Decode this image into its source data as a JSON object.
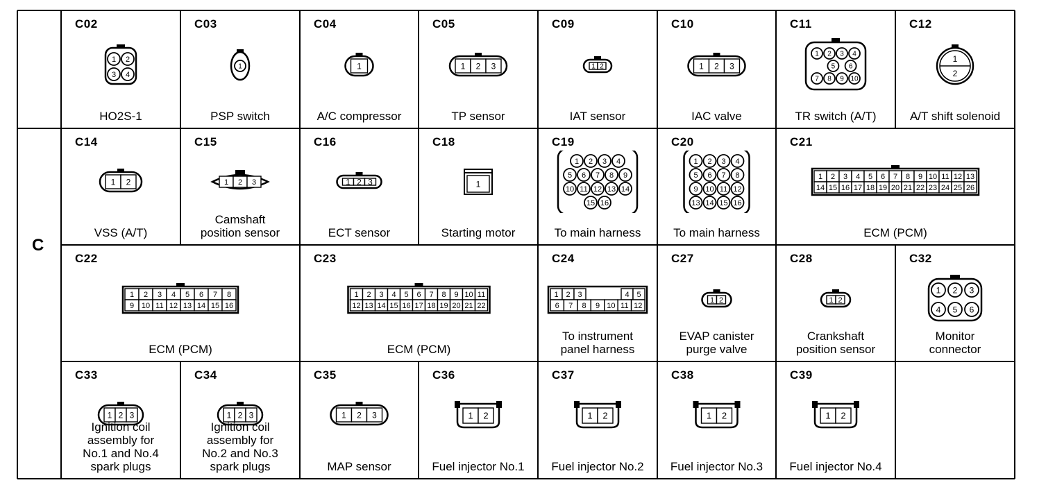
{
  "section_letter": "C",
  "rows": [
    [
      {
        "code": "C02",
        "label": "HO2S-1",
        "pins": [
          "1",
          "2",
          "3",
          "4"
        ],
        "kind": "square4"
      },
      {
        "code": "C03",
        "label": "PSP switch",
        "pins": [
          "1"
        ],
        "kind": "oval1"
      },
      {
        "code": "C04",
        "label": "A/C compressor",
        "pins": [
          "1"
        ],
        "kind": "rect"
      },
      {
        "code": "C05",
        "label": "TP sensor",
        "pins": [
          "1",
          "2",
          "3"
        ],
        "kind": "rect"
      },
      {
        "code": "C09",
        "label": "IAT sensor",
        "pins": [
          "1",
          "2"
        ],
        "kind": "rect"
      },
      {
        "code": "C10",
        "label": "IAC valve",
        "pins": [
          "1",
          "2",
          "3"
        ],
        "kind": "rect"
      },
      {
        "code": "C11",
        "label": "TR switch (A/T)",
        "pins": [
          "1",
          "2",
          "3",
          "4",
          "5",
          "6",
          "7",
          "8",
          "9",
          "10"
        ],
        "kind": "grid"
      },
      {
        "code": "C12",
        "label": "A/T shift solenoid",
        "pins": [
          "1",
          "2"
        ],
        "kind": "round2"
      }
    ],
    [
      {
        "code": "C14",
        "label": "VSS (A/T)",
        "pins": [
          "1",
          "2"
        ],
        "kind": "rect"
      },
      {
        "code": "C15",
        "label": "Camshaft\nposition sensor",
        "pins": [
          "1",
          "2",
          "3"
        ],
        "kind": "lens"
      },
      {
        "code": "C16",
        "label": "ECT sensor",
        "pins": [
          "1",
          "2",
          "3"
        ],
        "kind": "rect"
      },
      {
        "code": "C18",
        "label": "Starting motor",
        "pins": [
          "1"
        ],
        "kind": "box1"
      },
      {
        "code": "C19",
        "label": "To main harness",
        "pins": [
          "1",
          "2",
          "3",
          "4",
          "5",
          "6",
          "7",
          "8",
          "9",
          "10",
          "11",
          "12",
          "13",
          "14",
          "15",
          "16"
        ],
        "kind": "grid"
      },
      {
        "code": "C20",
        "label": "To main harness",
        "pins": [
          "1",
          "2",
          "3",
          "4",
          "5",
          "6",
          "7",
          "8",
          "9",
          "10",
          "11",
          "12",
          "13",
          "14",
          "15",
          "16"
        ],
        "kind": "grid"
      },
      {
        "code": "C21",
        "label": "ECM (PCM)",
        "pins": [
          "1",
          "2",
          "3",
          "4",
          "5",
          "6",
          "7",
          "8",
          "9",
          "10",
          "11",
          "12",
          "13",
          "14",
          "15",
          "16",
          "17",
          "18",
          "19",
          "20",
          "21",
          "22",
          "23",
          "24",
          "25",
          "26"
        ],
        "kind": "rows2"
      }
    ],
    [
      {
        "code": "C22",
        "label": "ECM (PCM)",
        "pins": [
          "1",
          "2",
          "3",
          "4",
          "5",
          "6",
          "7",
          "8",
          "9",
          "10",
          "11",
          "12",
          "13",
          "14",
          "15",
          "16"
        ],
        "kind": "rows2"
      },
      {
        "code": "C23",
        "label": "ECM (PCM)",
        "pins": [
          "1",
          "2",
          "3",
          "4",
          "5",
          "6",
          "7",
          "8",
          "9",
          "10",
          "11",
          "12",
          "13",
          "14",
          "15",
          "16",
          "17",
          "18",
          "19",
          "20",
          "21",
          "22"
        ],
        "kind": "rows2"
      },
      {
        "code": "C24",
        "label": "To instrument\npanel harness",
        "pins": [
          "1",
          "2",
          "3",
          "4",
          "5",
          "6",
          "7",
          "8",
          "9",
          "10",
          "11",
          "12"
        ],
        "kind": "rows2gap"
      },
      {
        "code": "C27",
        "label": "EVAP canister\npurge valve",
        "pins": [
          "1",
          "2"
        ],
        "kind": "rect"
      },
      {
        "code": "C28",
        "label": "Crankshaft\nposition sensor",
        "pins": [
          "1",
          "2"
        ],
        "kind": "rect"
      },
      {
        "code": "C32",
        "label": "Monitor\nconnector",
        "pins": [
          "1",
          "2",
          "3",
          "4",
          "5",
          "6"
        ],
        "kind": "circ6"
      }
    ],
    [
      {
        "code": "C33",
        "label": "Ignition coil\nassembly for\nNo.1 and No.4\nspark plugs",
        "pins": [
          "1",
          "2",
          "3"
        ],
        "kind": "rect"
      },
      {
        "code": "C34",
        "label": "Ignition coil\nassembly for\nNo.2 and No.3\nspark plugs",
        "pins": [
          "1",
          "2",
          "3"
        ],
        "kind": "rect"
      },
      {
        "code": "C35",
        "label": "MAP sensor",
        "pins": [
          "1",
          "2",
          "3"
        ],
        "kind": "rect"
      },
      {
        "code": "C36",
        "label": "Fuel injector No.1",
        "pins": [
          "1",
          "2"
        ],
        "kind": "injector"
      },
      {
        "code": "C37",
        "label": "Fuel injector No.2",
        "pins": [
          "1",
          "2"
        ],
        "kind": "injector"
      },
      {
        "code": "C38",
        "label": "Fuel injector No.3",
        "pins": [
          "1",
          "2"
        ],
        "kind": "injector"
      },
      {
        "code": "C39",
        "label": "Fuel injector No.4",
        "pins": [
          "1",
          "2"
        ],
        "kind": "injector"
      },
      {
        "code": "",
        "label": "",
        "pins": [],
        "kind": "empty"
      }
    ]
  ]
}
